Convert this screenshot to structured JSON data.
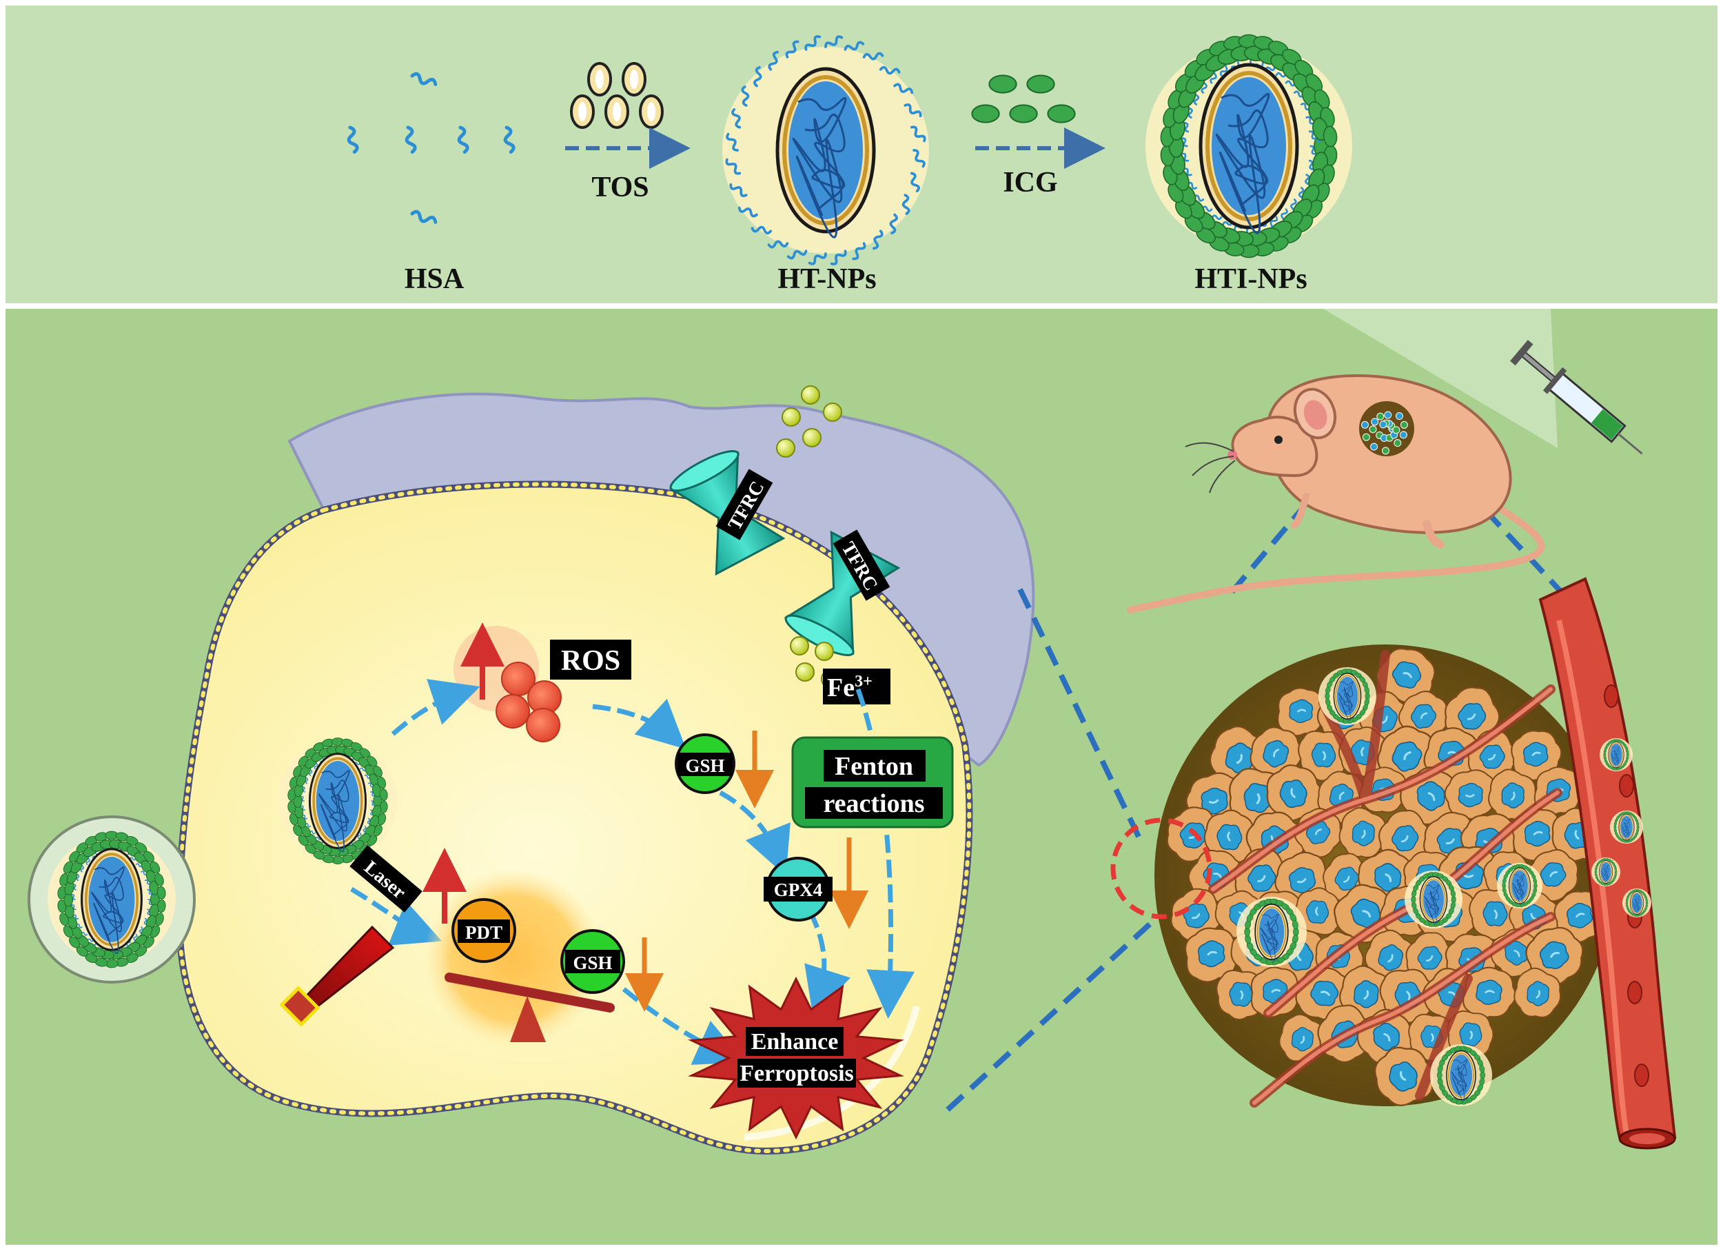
{
  "synthesis": {
    "hsa_label": "HSA",
    "tos_label": "TOS",
    "htnp_label": "HT-NPs",
    "icg_label": "ICG",
    "htinp_label": "HTI-NPs"
  },
  "cell": {
    "receptor_label_1": "TFRC",
    "receptor_label_2": "TFRC",
    "ros_label": "ROS",
    "fe_label": "Fe",
    "fe_charge": "3+",
    "gsh_label_1": "GSH",
    "gsh_label_2": "GSH",
    "fenton_line1": "Fenton",
    "fenton_line2": "reactions",
    "gpx4_label": "GPX4",
    "laser_label": "Laser",
    "pdt_label": "PDT",
    "ferro_line1": "Enhance",
    "ferro_line2": "Ferroptosis"
  },
  "colors": {
    "top_band": "#c4e0b4",
    "main_bg": "#a9d08e",
    "cell_interior": "#fff5b8",
    "ecm": "#b8bdd9",
    "arrow_blue": "#3fa3e0",
    "arrow_red": "#d32f2f",
    "arrow_orange": "#e67e22",
    "gsh_green": "#2bd12b",
    "gpx4_teal": "#3fd8c8",
    "pdt_orange": "#f39c12",
    "fenton_green": "#27a844",
    "ferro_red": "#c62828",
    "tumor_cell": "#e8a766",
    "nucleus": "#2e9fd3",
    "vessel": "#d84a3a"
  }
}
